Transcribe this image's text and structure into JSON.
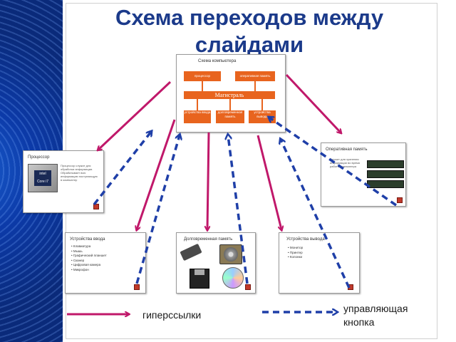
{
  "title": "Схема переходов  между слайдами",
  "slides": {
    "computer": {
      "title": "Схема компьютера",
      "boxes": [
        "процессор",
        "оперативная память",
        "Магистраль",
        "устройства ввода",
        "долговременная память",
        "устройства вывода"
      ]
    },
    "processor": {
      "title": "Процессор",
      "text": "Процессор служит для обработки информации. Обрабатывает всю информацию поступающую в компьютер"
    },
    "ram": {
      "title": "Оперативная память",
      "text": "Служит для хранения информации во время работы компьютера"
    },
    "input": {
      "title": "Устройства ввода",
      "items": [
        "Клавиатура",
        "Мышь",
        "Графический планшет",
        "Сканер",
        "Цифровая камера",
        "Микрофон"
      ]
    },
    "storage": {
      "title": "Долговременная память"
    },
    "output": {
      "title": "Устройства вывода",
      "items": [
        "Монитор",
        "Принтер",
        "Колонки"
      ]
    }
  },
  "legend": {
    "hyperlinks": "гиперссылки",
    "control_button": "управляющая кнопка"
  },
  "colors": {
    "hyperlink_arrow": "#c0186a",
    "button_arrow": "#1f3fa8",
    "title": "#1b3a8a",
    "box": "#e8641e"
  }
}
